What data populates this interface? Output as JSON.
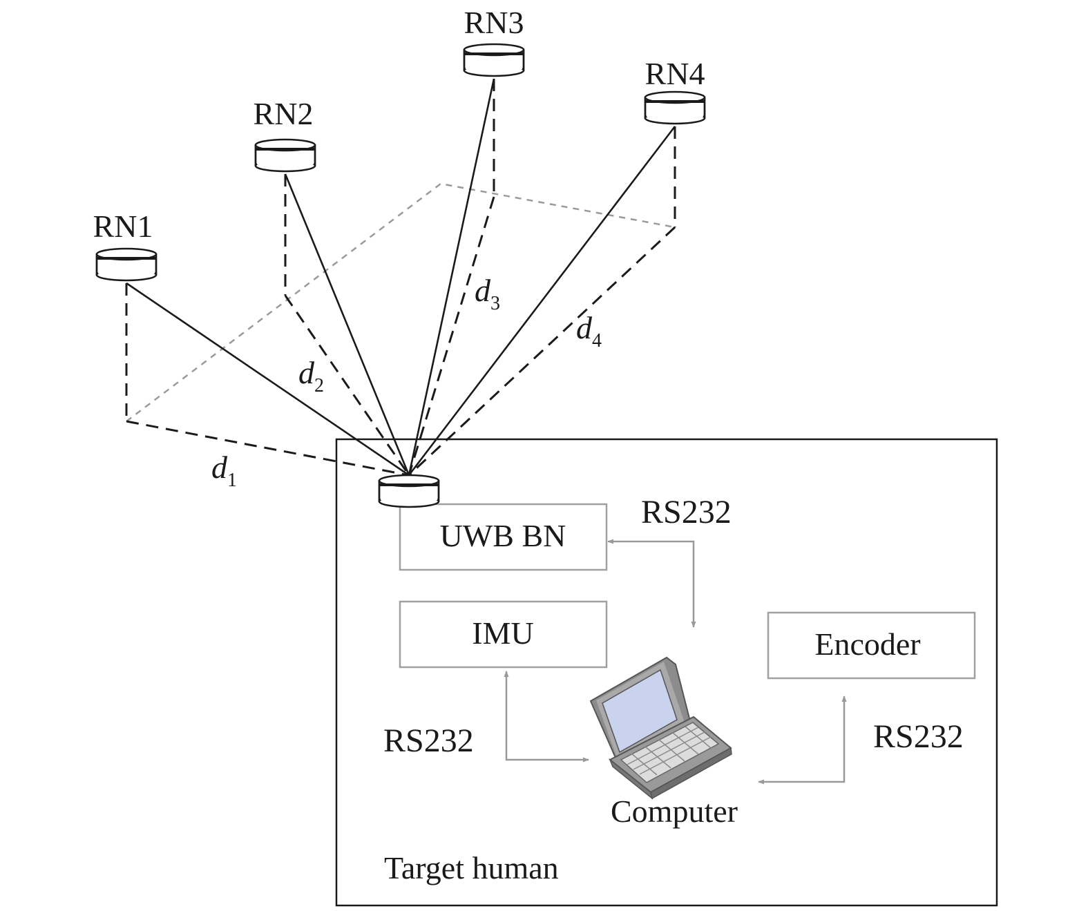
{
  "nodes": {
    "rn1": "RN1",
    "rn2": "RN2",
    "rn3": "RN3",
    "rn4": "RN4"
  },
  "distances": {
    "d1": {
      "base": "d",
      "sub": "1"
    },
    "d2": {
      "base": "d",
      "sub": "2"
    },
    "d3": {
      "base": "d",
      "sub": "3"
    },
    "d4": {
      "base": "d",
      "sub": "4"
    }
  },
  "boxes": {
    "uwb_bn": "UWB BN",
    "imu": "IMU",
    "encoder": "Encoder"
  },
  "links": {
    "uwb_rs232": "RS232",
    "imu_rs232": "RS232",
    "encoder_rs232": "RS232"
  },
  "computer": {
    "label": "Computer",
    "icon": "laptop-icon"
  },
  "enclosure": {
    "label": "Target human"
  },
  "colors": {
    "line": "#1a1a1a",
    "gray_box": "#a0a0a0",
    "floor_plane": "#9a9a9a",
    "screen": "#c9d3ee"
  }
}
